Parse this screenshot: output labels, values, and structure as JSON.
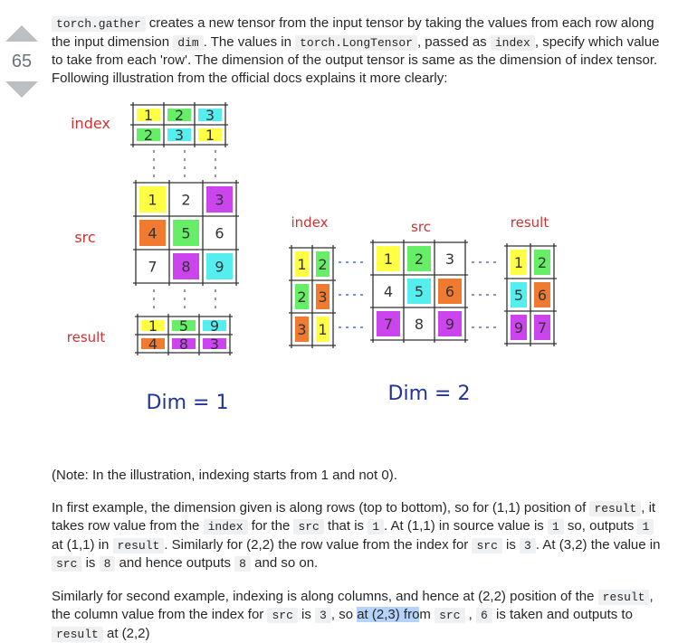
{
  "vote": {
    "score": "65"
  },
  "intro": {
    "c1": "torch.gather",
    "t1": " creates a new tensor from the input tensor by taking the values from each row along the input dimension ",
    "c2": "dim",
    "t2": ". The values in ",
    "c3": "torch.LongTensor",
    "t3": ", passed as ",
    "c4": "index",
    "t4": ", specify which value to take from each 'row'. The dimension of the output tensor is same as the dimension of index tensor. Following illustration from the official docs explains it more clearly:"
  },
  "illustration": {
    "left": {
      "index_label": "index",
      "src_label": "src",
      "result_label": "result",
      "dim_label": "Dim = 1",
      "index": [
        [
          "1",
          "2",
          "3"
        ],
        [
          "2",
          "3",
          "1"
        ]
      ],
      "src": [
        [
          "1",
          "2",
          "3"
        ],
        [
          "4",
          "5",
          "6"
        ],
        [
          "7",
          "8",
          "9"
        ]
      ],
      "result": [
        [
          "1",
          "5",
          "9"
        ],
        [
          "4",
          "8",
          "3"
        ]
      ]
    },
    "right": {
      "index_label": "index",
      "src_label": "src",
      "result_label": "result",
      "dim_label": "Dim = 2",
      "index": [
        [
          "1",
          "2"
        ],
        [
          "2",
          "3"
        ],
        [
          "3",
          "1"
        ]
      ],
      "src": [
        [
          "1",
          "2",
          "3"
        ],
        [
          "4",
          "5",
          "6"
        ],
        [
          "7",
          "8",
          "9"
        ]
      ],
      "result": [
        [
          "1",
          "2"
        ],
        [
          "5",
          "6"
        ],
        [
          "9",
          "7"
        ]
      ]
    },
    "colors": {
      "yellow": "#ffff44",
      "green": "#66ee66",
      "cyan": "#55eeee",
      "orange": "#f07a30",
      "purple": "#cc44ee",
      "ink": "#333333",
      "red": "#cc3333"
    }
  },
  "note": "(Note: In the illustration, indexing starts from 1 and not 0).",
  "para2": {
    "t1": "In first example, the dimension given is along rows (top to bottom), so for (1,1) position of ",
    "c1": "result",
    "t2": ", it takes row value from the ",
    "c2": "index",
    "t3": " for the ",
    "c3": "src",
    "t4": " that is ",
    "c4": "1",
    "t5": ". At (1,1) in source value is ",
    "c5": "1",
    "t6": " so, outputs ",
    "c6": "1",
    "t7": " at (1,1) in ",
    "c7": "result",
    "t8": ". Similarly for (2,2) the row value from the index for ",
    "c8": "src",
    "t9": " is ",
    "c9": "3",
    "t10": ". At (3,2) the value in ",
    "c10": "src",
    "t11": " is ",
    "c11": "8",
    "t12": " and hence outputs ",
    "c12": "8",
    "t13": " and so on."
  },
  "para3": {
    "t1": "Similarly for second example, indexing is along columns, and hence at (2,2) position of the ",
    "c1": "result",
    "t2": ", the column value from the index for ",
    "c2": "src",
    "t3": " is ",
    "c3": "3",
    "t4": ", so ",
    "hl": "at (2,3) fro",
    "t5": "m ",
    "c4": "src",
    "t6": " , ",
    "c5": "6",
    "t7": " is taken and outputs to ",
    "c6": "result",
    "t8": " at (2,2)"
  }
}
